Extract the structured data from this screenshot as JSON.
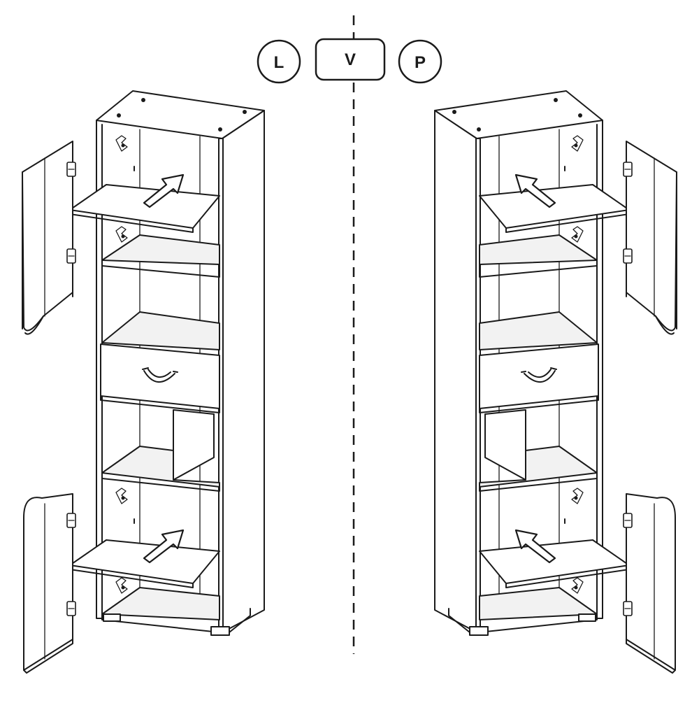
{
  "variants": {
    "left_label": "L",
    "center_label": "V",
    "right_label": "P"
  }
}
